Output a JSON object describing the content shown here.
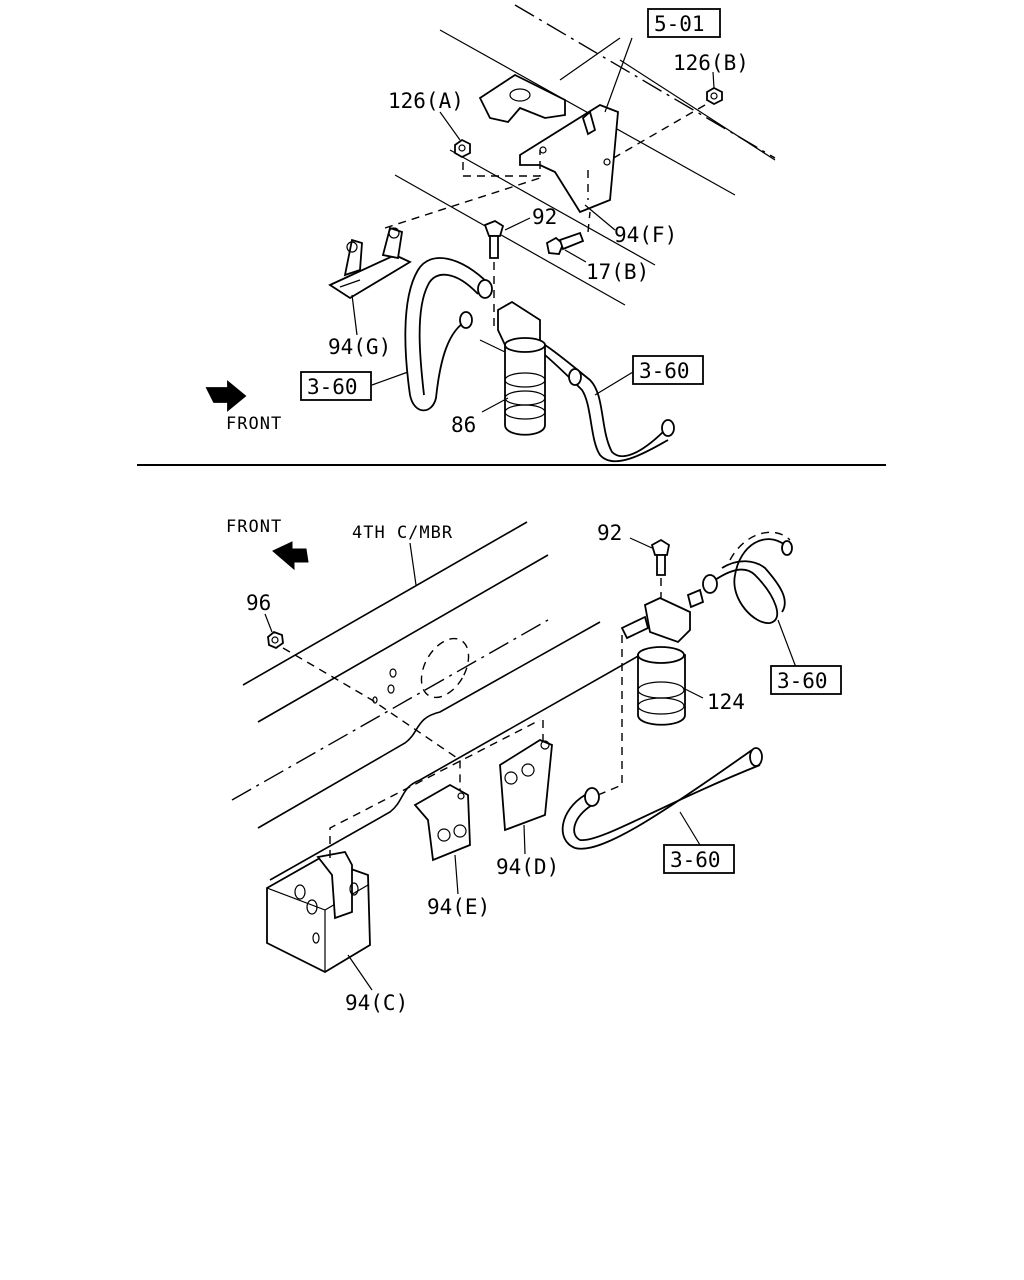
{
  "upper": {
    "ref_5_01": "5-01",
    "ref_3_60_left": "3-60",
    "ref_3_60_right": "3-60",
    "label_126a": "126(A)",
    "label_126b": "126(B)",
    "label_92": "92",
    "label_94f": "94(F)",
    "label_17b": "17(B)",
    "label_94g": "94(G)",
    "label_86": "86",
    "front": "FRONT"
  },
  "lower": {
    "front": "FRONT",
    "member": "4TH C/MBR",
    "label_92": "92",
    "label_96": "96",
    "label_124": "124",
    "ref_3_60_upper": "3-60",
    "ref_3_60_lower": "3-60",
    "label_94d": "94(D)",
    "label_94e": "94(E)",
    "label_94c": "94(C)"
  }
}
